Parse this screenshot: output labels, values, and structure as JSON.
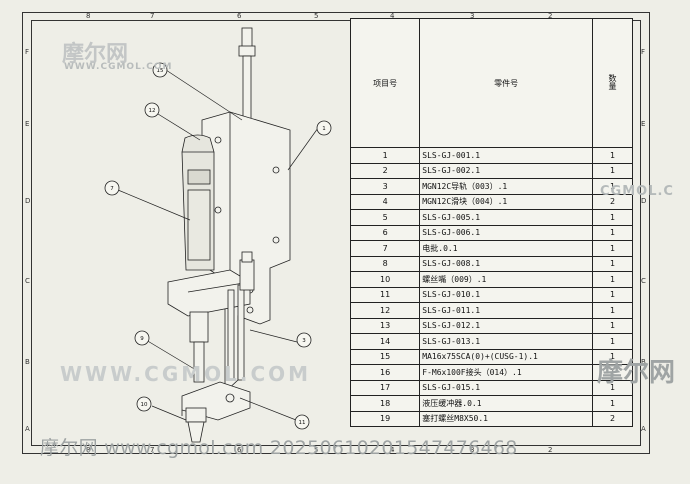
{
  "border_zones": {
    "top": [
      "8",
      "7",
      "6",
      "5",
      "4",
      "3",
      "2"
    ],
    "bottom": [
      "8",
      "7",
      "6",
      "5",
      "4",
      "3",
      "2"
    ],
    "left": [
      "F",
      "E",
      "D",
      "C",
      "B",
      "A"
    ],
    "right": [
      "F",
      "E",
      "D",
      "C",
      "B",
      "A"
    ]
  },
  "bom": {
    "headers": {
      "item_no": "项目号",
      "part_no": "零件号",
      "qty": "数量"
    },
    "rows": [
      {
        "item": "1",
        "part": "SLS-GJ-001.1",
        "qty": "1"
      },
      {
        "item": "2",
        "part": "SLS-GJ-002.1",
        "qty": "1"
      },
      {
        "item": "3",
        "part": "MGN12C导轨（003）.1",
        "qty": "1"
      },
      {
        "item": "4",
        "part": "MGN12C滑块（004）.1",
        "qty": "2"
      },
      {
        "item": "5",
        "part": "SLS-GJ-005.1",
        "qty": "1"
      },
      {
        "item": "6",
        "part": "SLS-GJ-006.1",
        "qty": "1"
      },
      {
        "item": "7",
        "part": "电批.0.1",
        "qty": "1"
      },
      {
        "item": "8",
        "part": "SLS-GJ-008.1",
        "qty": "1"
      },
      {
        "item": "10",
        "part": "螺丝嘴（009）.1",
        "qty": "1"
      },
      {
        "item": "11",
        "part": "SLS-GJ-010.1",
        "qty": "1"
      },
      {
        "item": "12",
        "part": "SLS-GJ-011.1",
        "qty": "1"
      },
      {
        "item": "13",
        "part": "SLS-GJ-012.1",
        "qty": "1"
      },
      {
        "item": "14",
        "part": "SLS-GJ-013.1",
        "qty": "1"
      },
      {
        "item": "15",
        "part": "MA16x75SCA(0)+(CUSG-1).1",
        "qty": "1"
      },
      {
        "item": "16",
        "part": "F-M6x100F接头（014）.1",
        "qty": "1"
      },
      {
        "item": "17",
        "part": "SLS-GJ-015.1",
        "qty": "1"
      },
      {
        "item": "18",
        "part": "液压缓冲器.0.1",
        "qty": "1"
      },
      {
        "item": "19",
        "part": "塞打螺丝M8X50.1",
        "qty": "2"
      }
    ]
  },
  "balloons": [
    "15",
    "12",
    "1",
    "7",
    "3",
    "9",
    "10",
    "11"
  ],
  "watermarks": {
    "logo_top": "摩尔网",
    "url_top": "WWW.CGMOL.COM",
    "mid": "WWW.CGMOL.COM",
    "right_url": "CGMOL.C",
    "right_logo": "摩尔网",
    "bottom": "摩尔网 www.cgmol.com 20250610201547476468"
  },
  "colors": {
    "paper": "#eeeee7",
    "line": "#222222",
    "watermark": "#9ea3a3"
  }
}
